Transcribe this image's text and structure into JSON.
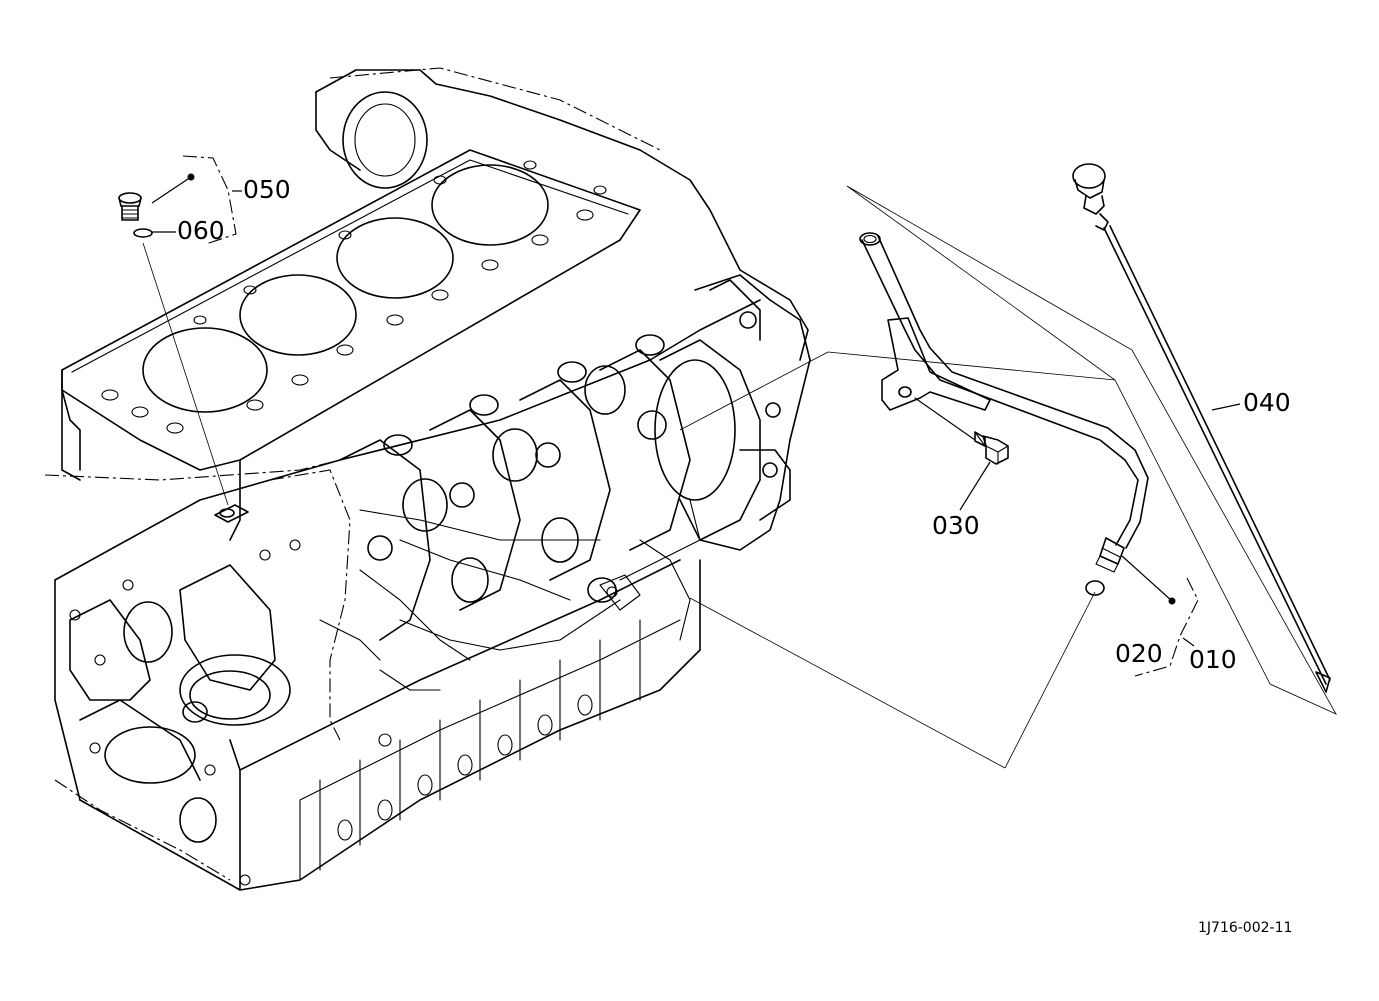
{
  "callouts": {
    "c010": "010",
    "c020": "020",
    "c030": "030",
    "c040": "040",
    "c050": "050",
    "c060": "060"
  },
  "figure_id": "1J716-002-11"
}
